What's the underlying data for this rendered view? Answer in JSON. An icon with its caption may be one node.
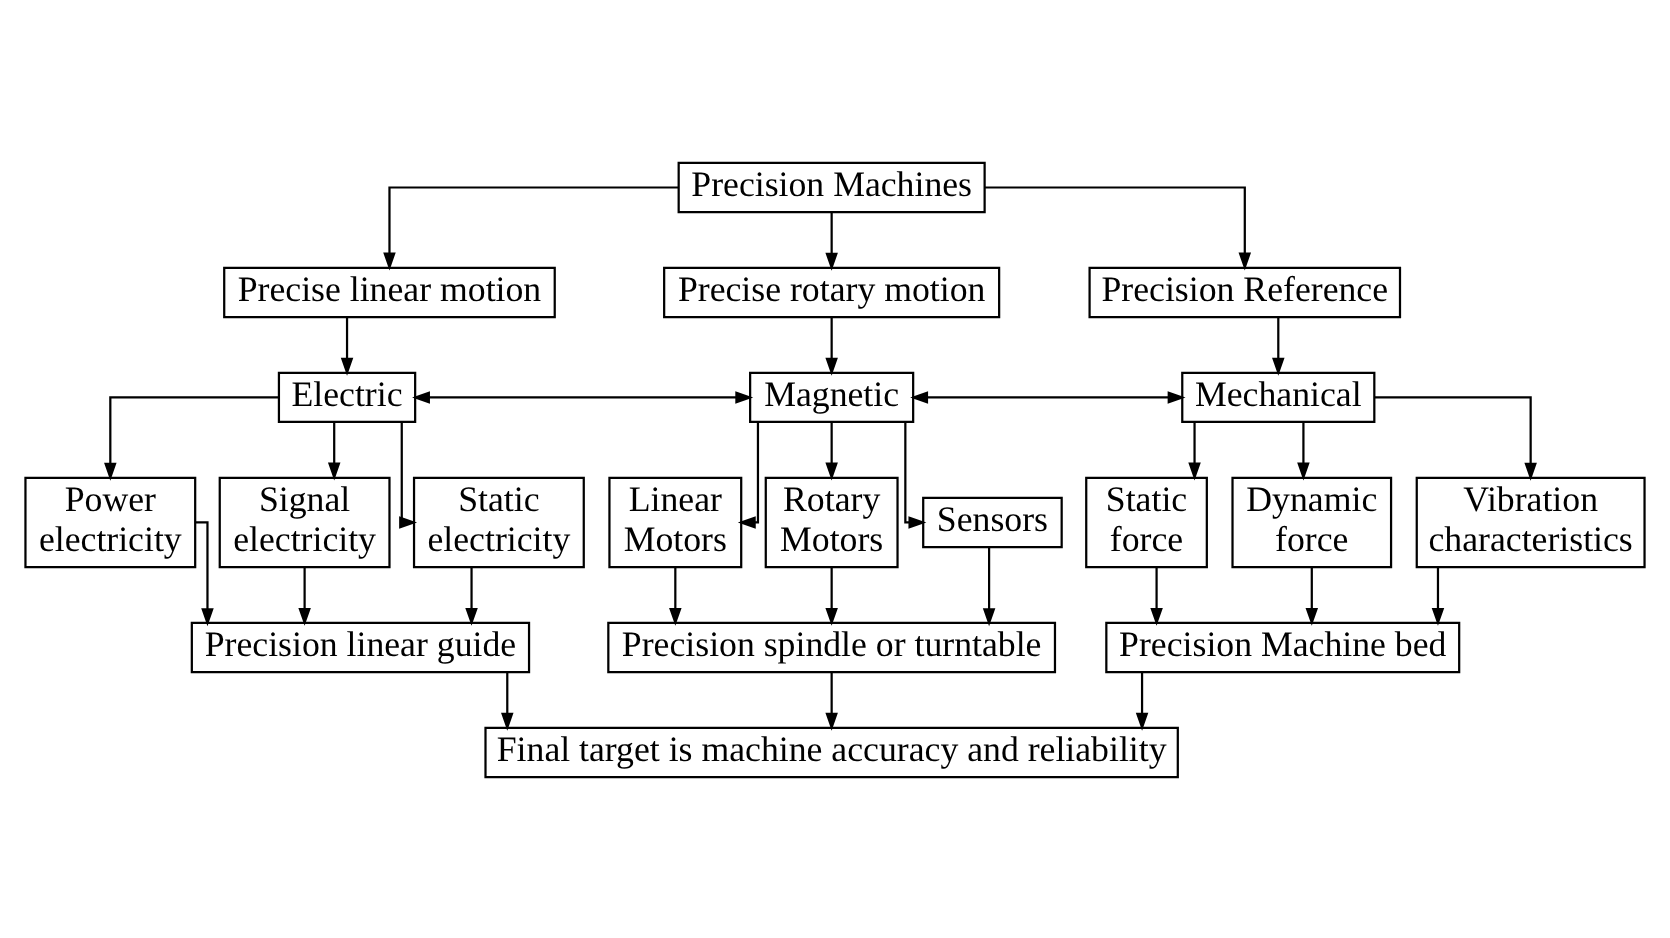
{
  "diagram": {
    "nodes": [
      {
        "text": [
          "Precision Machines"
        ]
      },
      {
        "text": [
          "Precise linear motion"
        ]
      },
      {
        "text": [
          "Precise rotary motion"
        ]
      },
      {
        "text": [
          "Precision Reference"
        ]
      },
      {
        "text": [
          "Electric"
        ]
      },
      {
        "text": [
          "Magnetic"
        ]
      },
      {
        "text": [
          "Mechanical"
        ]
      },
      {
        "text": [
          "Power electricity"
        ]
      },
      {
        "text": [
          "Signal electricity"
        ]
      },
      {
        "text": [
          "Static electricity"
        ]
      },
      {
        "text": [
          "Linear Motors"
        ]
      },
      {
        "text": [
          "Rotary Motors"
        ]
      },
      {
        "text": [
          "Sensors"
        ]
      },
      {
        "text": [
          "Static force"
        ]
      },
      {
        "text": [
          "Dynamic force"
        ]
      },
      {
        "text": [
          "Vibration characteristics"
        ]
      },
      {
        "text": [
          "Precision linear guide"
        ]
      },
      {
        "text": [
          "Precision spindle or turntable"
        ]
      },
      {
        "text": [
          "Precision Machine bed"
        ]
      },
      {
        "text": [
          "Final target is machine accuracy and reliability"
        ]
      }
    ],
    "edges": [
      {
        "from": 0,
        "to": 1,
        "arrow": "to"
      },
      {
        "from": 0,
        "to": 2,
        "arrow": "to"
      },
      {
        "from": 0,
        "to": 3,
        "arrow": "to"
      },
      {
        "from": 1,
        "to": 4,
        "arrow": "to"
      },
      {
        "from": 2,
        "to": 5,
        "arrow": "to"
      },
      {
        "from": 3,
        "to": 6,
        "arrow": "to"
      },
      {
        "from": 4,
        "to": 5,
        "arrow": "both"
      },
      {
        "from": 5,
        "to": 6,
        "arrow": "both"
      },
      {
        "from": 4,
        "to": 7,
        "arrow": "to"
      },
      {
        "from": 4,
        "to": 8,
        "arrow": "to"
      },
      {
        "from": 4,
        "to": 9,
        "arrow": "to"
      },
      {
        "from": 5,
        "to": 10,
        "arrow": "to"
      },
      {
        "from": 5,
        "to": 11,
        "arrow": "to"
      },
      {
        "from": 5,
        "to": 12,
        "arrow": "to"
      },
      {
        "from": 6,
        "to": 13,
        "arrow": "to"
      },
      {
        "from": 6,
        "to": 14,
        "arrow": "to"
      },
      {
        "from": 6,
        "to": 15,
        "arrow": "to"
      },
      {
        "from": 7,
        "to": 16,
        "arrow": "to"
      },
      {
        "from": 8,
        "to": 16,
        "arrow": "to"
      },
      {
        "from": 9,
        "to": 16,
        "arrow": "to"
      },
      {
        "from": 10,
        "to": 17,
        "arrow": "to"
      },
      {
        "from": 11,
        "to": 17,
        "arrow": "to"
      },
      {
        "from": 12,
        "to": 17,
        "arrow": "to"
      },
      {
        "from": 13,
        "to": 18,
        "arrow": "to"
      },
      {
        "from": 14,
        "to": 18,
        "arrow": "to"
      },
      {
        "from": 15,
        "to": 18,
        "arrow": "to"
      },
      {
        "from": 16,
        "to": 19,
        "arrow": "to"
      },
      {
        "from": 17,
        "to": 19,
        "arrow": "to"
      },
      {
        "from": 18,
        "to": 19,
        "arrow": "to"
      }
    ]
  }
}
